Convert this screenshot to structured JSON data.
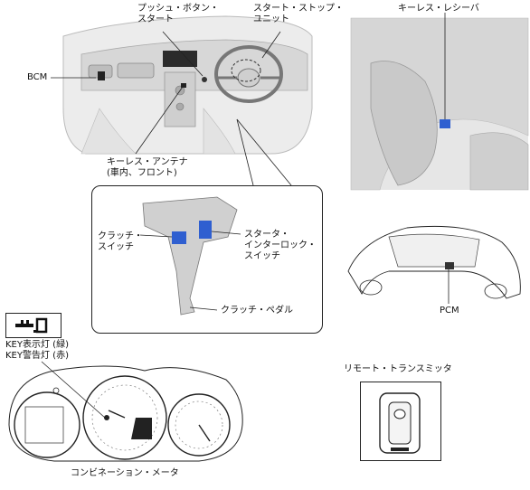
{
  "labels": {
    "push_button_start": "プッシュ・ボタン・\nスタート",
    "start_stop_unit": "スタート・ストップ・\nユニット",
    "keyless_receiver": "キーレス・レシーバ",
    "bcm": "BCM",
    "keyless_antenna": "キーレス・アンテナ\n(車内、フロント)",
    "clutch_switch": "クラッチ・\nスイッチ",
    "starter_interlock_switch": "スタータ・\nインターロック・\nスイッチ",
    "clutch_pedal": "クラッチ・ペダル",
    "pcm": "PCM",
    "key_indicator_green": "KEY表示灯 (緑)",
    "key_warning_red": "KEY警告灯 (赤)",
    "remote_transmitter": "リモート・トランスミッタ",
    "combination_meter": "コンビネーション・メータ"
  },
  "colors": {
    "component_highlight": "#2f5fd0",
    "line": "#222222",
    "shade": "#d9d9d9"
  },
  "icons": {
    "key_symbol": "key-icon"
  }
}
